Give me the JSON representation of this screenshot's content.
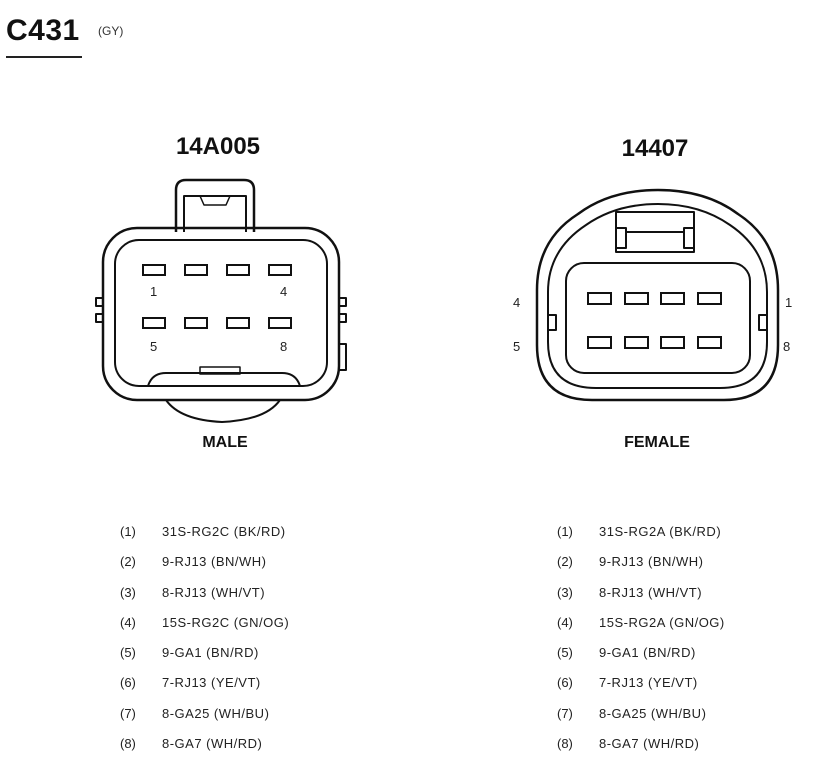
{
  "connector": {
    "id": "C431",
    "color": "(GY)"
  },
  "male": {
    "part_number": "14A005",
    "gender": "MALE",
    "pin_labels": [
      "1",
      "4",
      "5",
      "8"
    ],
    "pins": [
      {
        "num": "(1)",
        "wire": "31S-RG2C (BK/RD)"
      },
      {
        "num": "(2)",
        "wire": "9-RJ13 (BN/WH)"
      },
      {
        "num": "(3)",
        "wire": "8-RJ13 (WH/VT)"
      },
      {
        "num": "(4)",
        "wire": "15S-RG2C (GN/OG)"
      },
      {
        "num": "(5)",
        "wire": "9-GA1 (BN/RD)"
      },
      {
        "num": "(6)",
        "wire": "7-RJ13 (YE/VT)"
      },
      {
        "num": "(7)",
        "wire": "8-GA25 (WH/BU)"
      },
      {
        "num": "(8)",
        "wire": "8-GA7 (WH/RD)"
      }
    ]
  },
  "female": {
    "part_number": "14407",
    "gender": "FEMALE",
    "pin_labels": [
      "4",
      "1",
      "5",
      "8"
    ],
    "pins": [
      {
        "num": "(1)",
        "wire": "31S-RG2A (BK/RD)"
      },
      {
        "num": "(2)",
        "wire": "9-RJ13 (BN/WH)"
      },
      {
        "num": "(3)",
        "wire": "8-RJ13 (WH/VT)"
      },
      {
        "num": "(4)",
        "wire": "15S-RG2A (GN/OG)"
      },
      {
        "num": "(5)",
        "wire": "9-GA1 (BN/RD)"
      },
      {
        "num": "(6)",
        "wire": "7-RJ13 (YE/VT)"
      },
      {
        "num": "(7)",
        "wire": "8-GA25 (WH/BU)"
      },
      {
        "num": "(8)",
        "wire": "8-GA7 (WH/RD)"
      }
    ]
  }
}
